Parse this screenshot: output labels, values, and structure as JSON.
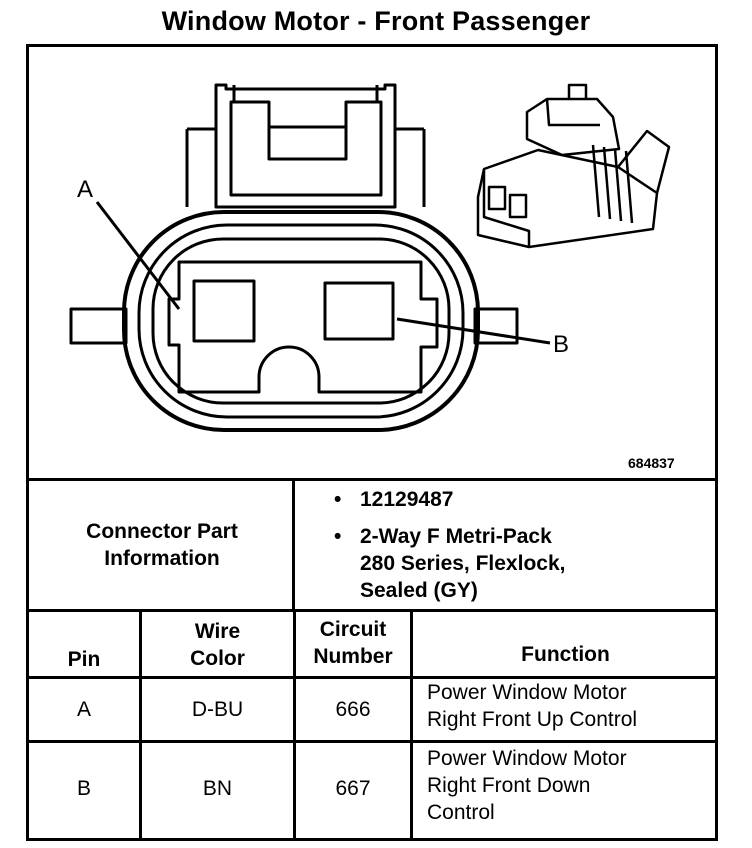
{
  "title": "Window Motor - Front Passenger",
  "figure": {
    "id": "684837",
    "callouts": {
      "a": "A",
      "b": "B"
    }
  },
  "connector": {
    "label_line1": "Connector Part",
    "label_line2": "Information",
    "part_number": "12129487",
    "desc_line1": "2-Way F Metri-Pack",
    "desc_line2": "280 Series, Flexlock,",
    "desc_line3": "Sealed (GY)",
    "bullet": "•"
  },
  "table": {
    "headers": {
      "pin": "Pin",
      "wire_line1": "Wire",
      "wire_line2": "Color",
      "circuit_line1": "Circuit",
      "circuit_line2": "Number",
      "function": "Function"
    },
    "rows": [
      {
        "pin": "A",
        "wire": "D-BU",
        "circuit": "666",
        "function_lines": [
          "Power Window Motor",
          "Right Front Up Control"
        ]
      },
      {
        "pin": "B",
        "wire": "BN",
        "circuit": "667",
        "function_lines": [
          "Power Window Motor",
          "Right Front Down",
          "Control"
        ]
      }
    ]
  }
}
